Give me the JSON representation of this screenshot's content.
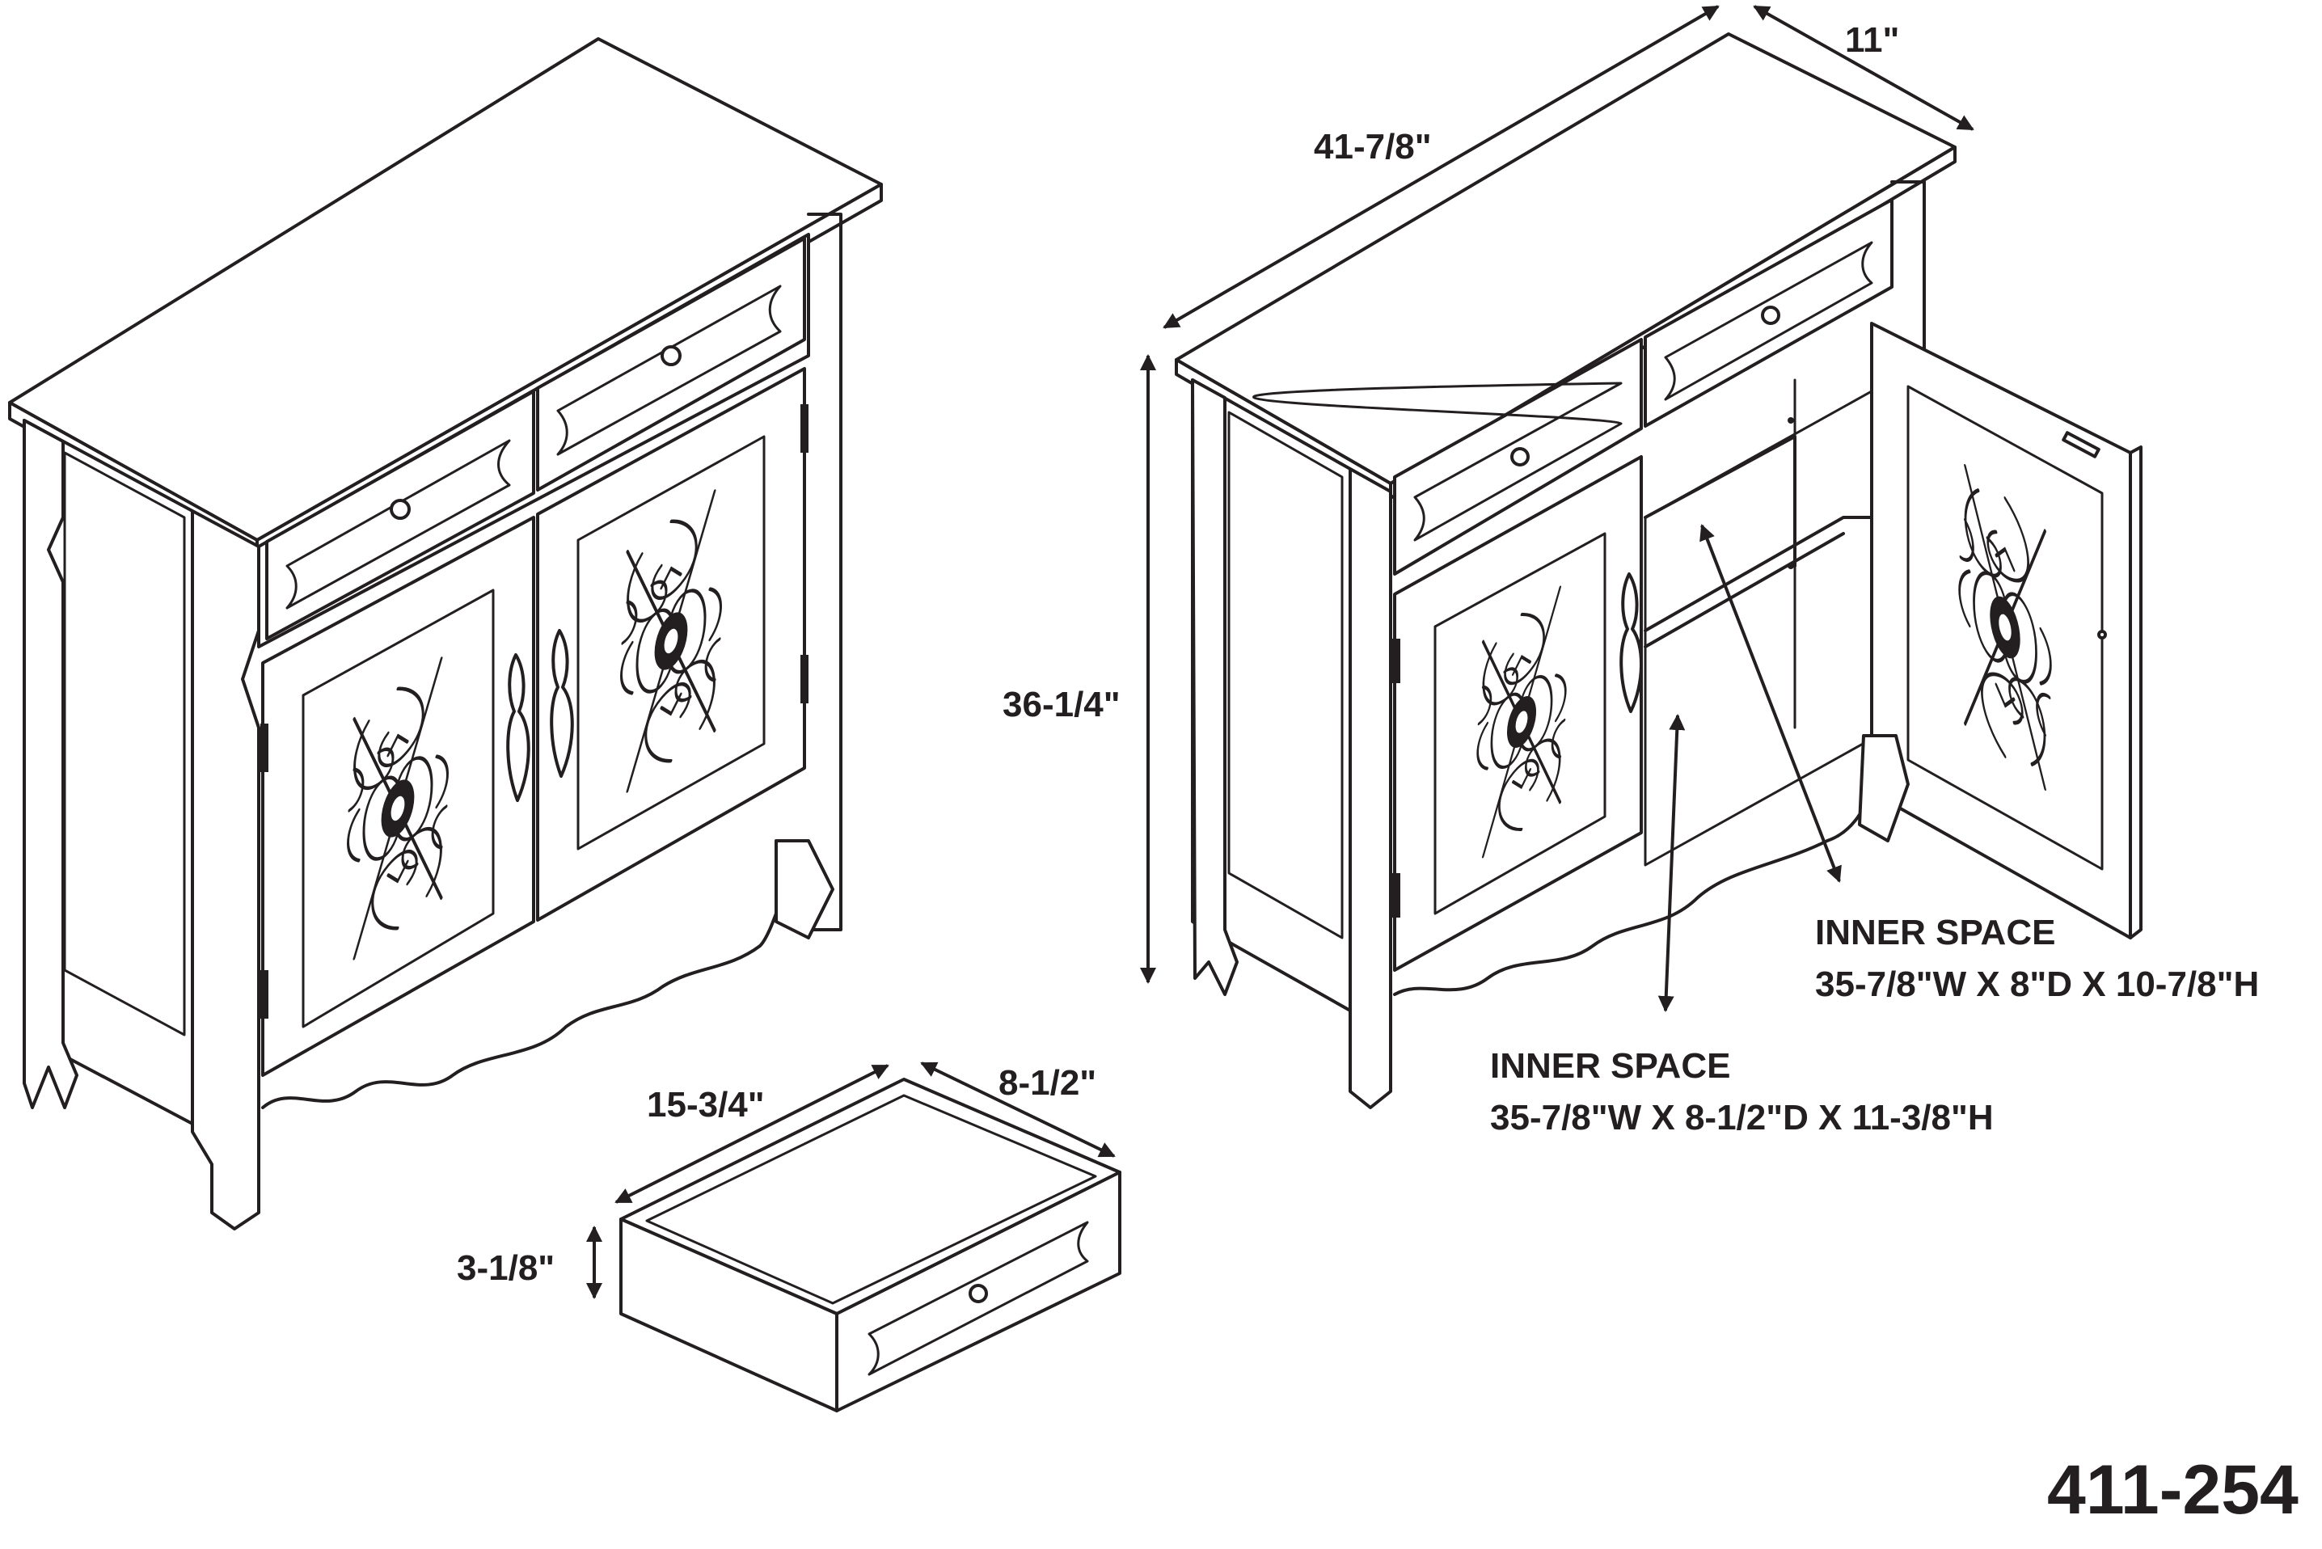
{
  "colors": {
    "ink": "#231f20",
    "background": "#ffffff"
  },
  "dimensions": {
    "overall_width": "41-7/8\"",
    "overall_depth": "11\"",
    "overall_height": "36-1/4\"",
    "drawer_width": "15-3/4\"",
    "drawer_depth": "8-1/2\"",
    "drawer_height": "3-1/8\""
  },
  "inner_spaces": [
    {
      "title": "INNER SPACE",
      "size": "35-7/8\"W X 8\"D X 10-7/8\"H"
    },
    {
      "title": "INNER SPACE",
      "size": "35-7/8\"W X 8-1/2\"D X 11-3/8\"H"
    }
  ],
  "model_number": "411-254"
}
